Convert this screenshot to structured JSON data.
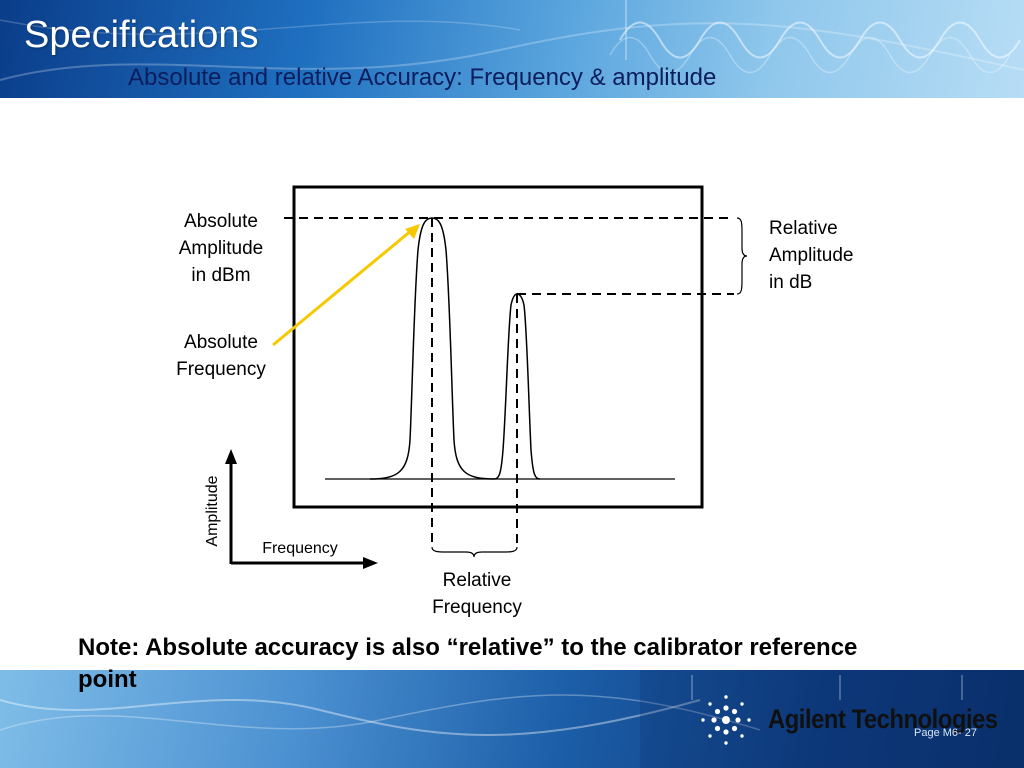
{
  "slide": {
    "title": "Specifications",
    "subtitle": "Absolute and relative Accuracy: Frequency & amplitude"
  },
  "diagram": {
    "labels": {
      "absolute_amplitude": [
        "Absolute",
        "Amplitude",
        "in dBm"
      ],
      "absolute_frequency": [
        "Absolute",
        "Frequency"
      ],
      "relative_amplitude": [
        "Relative",
        "Amplitude",
        "in dB"
      ],
      "relative_frequency": [
        "Relative",
        "Frequency"
      ],
      "axis_y": "Amplitude",
      "axis_x": "Frequency"
    },
    "colors": {
      "arrow": "#f5c800",
      "stroke": "#000000"
    }
  },
  "note": "Note: Absolute accuracy is also “relative” to the calibrator reference point",
  "footer": {
    "brand": "Agilent Technologies",
    "page": "Page M6- 27"
  }
}
